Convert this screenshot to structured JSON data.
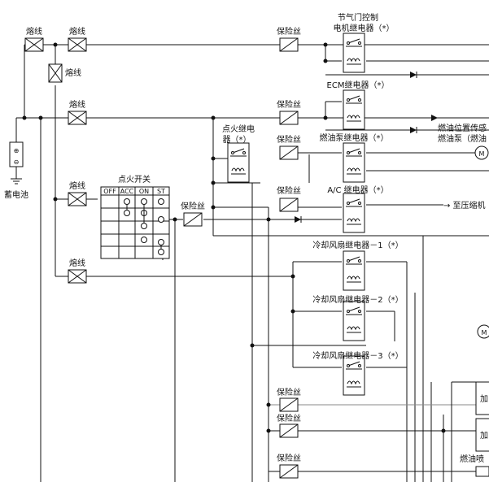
{
  "labels": {
    "fuse": "熔线",
    "fuse_small": "保险丝",
    "battery": "蓄电池",
    "battery_plus": "⊕",
    "battery_minus": "⊖",
    "throttle_relay_1": "节气门控制",
    "throttle_relay_2": "电机继电器（*）",
    "ecm_relay": "ECM继电器（*）",
    "fuel_gauge_1": "燃油位置传感",
    "fuel_gauge_2": "燃油泵（燃油",
    "motor": "M",
    "ignition_relay_1": "点火继电",
    "ignition_relay_2": "器（*）",
    "fuel_pump_relay": "燃油泵继电器（*）",
    "ac_relay": "A/C 继电器（*）",
    "to_compressor": "→ 至压缩机",
    "ignition_switch": "点火开关",
    "fan_relay_1": "冷却风扇继电器－1（*）",
    "fan_relay_2": "冷却风扇继电器－2（*）",
    "fan_relay_3": "冷却风扇继电器－3（*）",
    "heater": "加",
    "injector": "燃油喷"
  },
  "ignition_switch": {
    "headers": [
      "OFF",
      "ACC",
      "ON",
      "ST"
    ]
  }
}
